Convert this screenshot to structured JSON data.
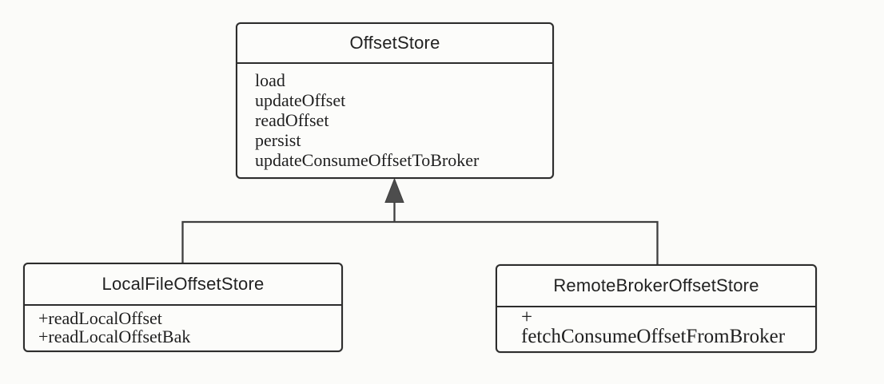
{
  "diagram": {
    "type": "uml-class-diagram",
    "classes": [
      {
        "name": "OffsetStore",
        "methods": [
          "load",
          "updateOffset",
          "readOffset",
          "persist",
          "updateConsumeOffsetToBroker"
        ]
      },
      {
        "name": "LocalFileOffsetStore",
        "methods": [
          "+readLocalOffset",
          "+readLocalOffsetBak"
        ]
      },
      {
        "name": "RemoteBrokerOffsetStore",
        "methods": [
          "+",
          "fetchConsumeOffsetFromBroker"
        ]
      }
    ],
    "relationships": [
      {
        "from": "LocalFileOffsetStore",
        "to": "OffsetStore",
        "type": "generalization"
      },
      {
        "from": "RemoteBrokerOffsetStore",
        "to": "OffsetStore",
        "type": "generalization"
      }
    ],
    "colors": {
      "line": "#3f3f3f",
      "border": "#2c2c2c",
      "text": "#1f1f1f",
      "paper": "#fbfbf9",
      "arrow_fill": "#4d4d4d"
    }
  }
}
